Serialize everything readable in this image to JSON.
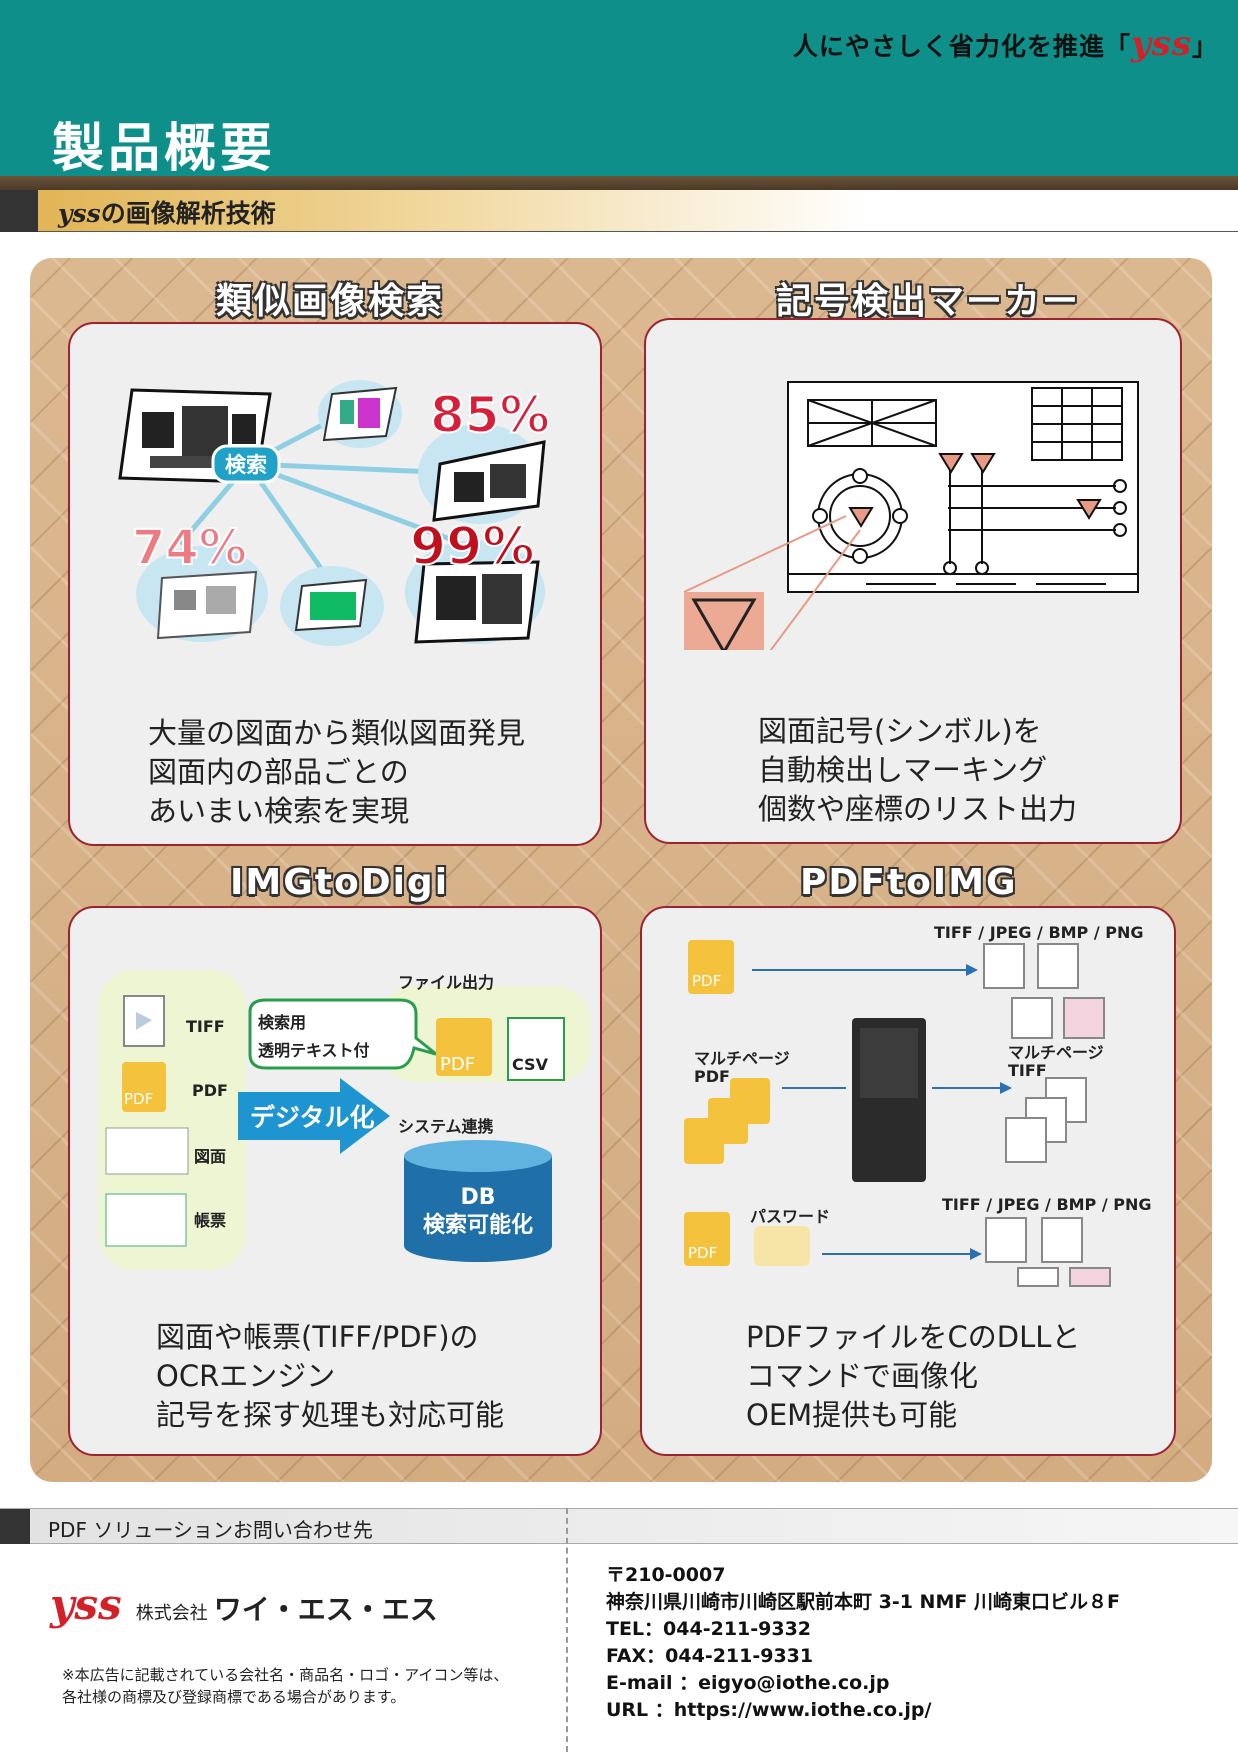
{
  "header": {
    "tagline_prefix": "人にやさしく省力化を推進「",
    "tagline_brand": "yss",
    "tagline_suffix": "」",
    "title": "製品概要"
  },
  "subbar": {
    "brand": "yss",
    "text": "の画像解析技術"
  },
  "panels": [
    {
      "title": "類似画像検索",
      "lines": [
        "大量の図面から類似図面発見",
        "図面内の部品ごとの",
        "あいまい検索を実現"
      ],
      "labels": {
        "search": "検索",
        "p1": "85%",
        "p2": "74%",
        "p3": "99%"
      }
    },
    {
      "title": "記号検出マーカー",
      "lines": [
        "図面記号(シンボル)を",
        "自動検出しマーキング",
        "個数や座標のリスト出力"
      ]
    },
    {
      "title": "IMGtoDigi",
      "lines": [
        "図面や帳票(TIFF/PDF)の",
        "OCRエンジン",
        "記号を探す処理も対応可能"
      ],
      "labels": {
        "tiff": "TIFF",
        "pdf": "PDF",
        "zumen": "図面",
        "chohyo": "帳票",
        "bubble1": "検索用",
        "bubble2": "透明テキスト付",
        "file_out": "ファイル出力",
        "pdf_icon": "PDF",
        "csv": "CSV",
        "digital": "デジタル化",
        "system": "システム連携",
        "db1": "DB",
        "db2": "検索可能化"
      }
    },
    {
      "title": "PDFtoIMG",
      "lines": [
        "PDFファイルをCのDLLと",
        "コマンドで画像化",
        "OEM提供も可能"
      ],
      "labels": {
        "formats1": "TIFF / JPEG / BMP / PNG",
        "formats2": "TIFF / JPEG / BMP / PNG",
        "multi_pdf1": "マルチページ",
        "multi_pdf2": "PDF",
        "multi_tiff1": "マルチページ",
        "multi_tiff2": "TIFF",
        "password": "パスワード",
        "pdf_icon": "PDF"
      }
    }
  ],
  "footer": {
    "contact_title": "PDF ソリューションお問い合わせ先",
    "brand": "yss",
    "kabushiki": "株式会社",
    "company": "ワイ・エス・エス",
    "disclaimer": [
      "※本広告に記載されている会社名・商品名・ロゴ・アイコン等は、",
      "各社様の商標及び登録商標である場合があります。"
    ],
    "address": [
      "〒210-0007",
      "神奈川県川崎市川崎区駅前本町 3-1  NMF 川崎東口ビル８F",
      "TEL：044-211-9332",
      "FAX：044-211-9331",
      "E-mail  ：eigyo@iothe.co.jp",
      "URL      ：https://www.iothe.co.jp/"
    ]
  }
}
